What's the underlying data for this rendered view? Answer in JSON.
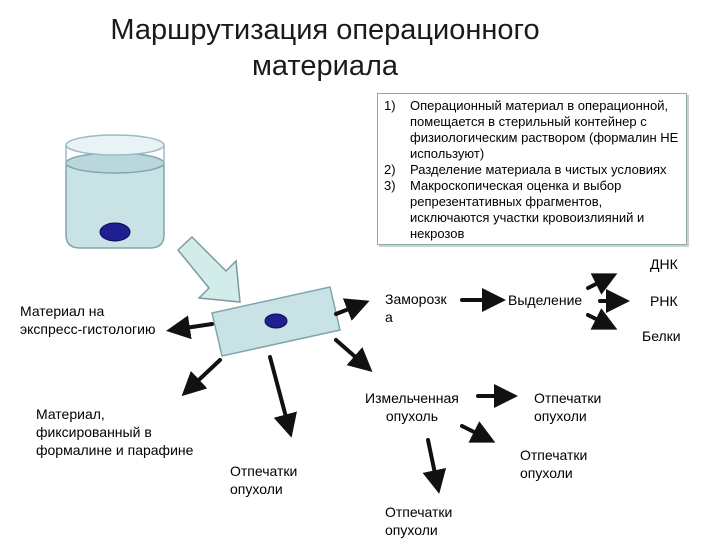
{
  "title": {
    "line1": "Маршрутизация операционного",
    "line2": "материала"
  },
  "steps": [
    {
      "num": "1)",
      "text": "Операционный материал в операционной, помещается в стерильный контейнер с физиологическим раствором (формалин НЕ используют)"
    },
    {
      "num": "2)",
      "text": "Разделение материала в чистых условиях"
    },
    {
      "num": "3)",
      "text": "Макроскопическая оценка и выбор репрезентативных фрагментов, исключаются участки кровоизлияний и некрозов"
    }
  ],
  "labels": {
    "express": "Материал на\nэкспресс-гистологию",
    "formalin": "Материал,\nфиксированный в\nформалине и парафине",
    "frozen": "Заморозк\nа",
    "extraction": "Выделение",
    "dna": "ДНК",
    "rna": "РНК",
    "proteins": "Белки",
    "minced": "Измельченная\nопухоль",
    "prints_center": "Отпечатки\nопухоли",
    "prints_bottom": "Отпечатки\nопухоли",
    "prints_right_top": "Отпечатки\nопухоли",
    "prints_right_mid": "Отпечатки\nопухоли"
  },
  "colors": {
    "liquid": "#c9e2e6",
    "container": "#d0e6ea",
    "sample": "#1f1f8f",
    "hollow_arrow": "#d2ecea",
    "arrow": "#111111"
  }
}
